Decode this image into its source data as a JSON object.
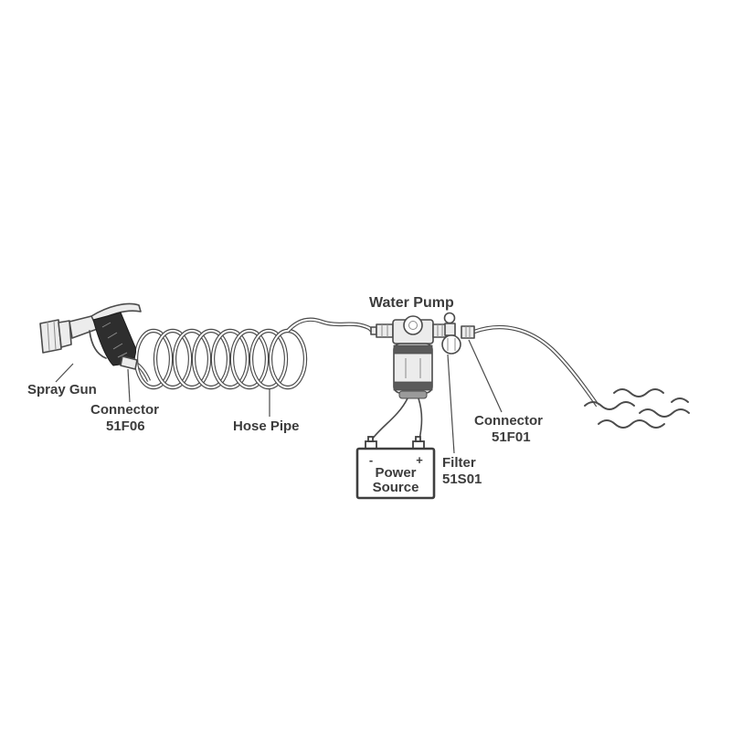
{
  "labels": {
    "water_pump": "Water Pump",
    "spray_gun": "Spray Gun",
    "connector_left": "Connector",
    "connector_left_code": "51F06",
    "hose_pipe": "Hose Pipe",
    "filter": "Filter",
    "filter_code": "51S01",
    "connector_right": "Connector",
    "connector_right_code": "51F01",
    "power_source_line1": "Power",
    "power_source_line2": "Source",
    "terminal_negative": "-",
    "terminal_positive": "+"
  },
  "colors": {
    "line": "#4b4b4b",
    "text": "#3c3c3c",
    "background": "#ffffff"
  }
}
